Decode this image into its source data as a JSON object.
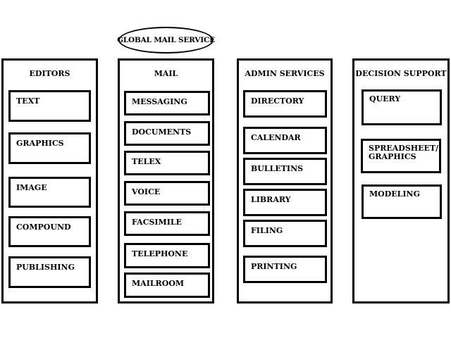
{
  "diagram": {
    "header": "GLOBAL MAIL SERVICE",
    "columns": [
      {
        "title": "EDITORS",
        "items": [
          "TEXT",
          "GRAPHICS",
          "IMAGE",
          "COMPOUND",
          "PUBLISHING"
        ]
      },
      {
        "title": "MAIL",
        "items": [
          "MESSAGING",
          "DOCUMENTS",
          "TELEX",
          "VOICE",
          "FACSIMILE",
          "TELEPHONE",
          "MAILROOM"
        ]
      },
      {
        "title": "ADMIN  SERVICES",
        "items": [
          "DIRECTORY",
          "CALENDAR",
          "BULLETINS",
          "LIBRARY",
          "FILING",
          "PRINTING"
        ]
      },
      {
        "title": "DECISION SUPPORT",
        "items": [
          "QUERY",
          "SPREADSHEET/\nGRAPHICS",
          "MODELING"
        ]
      }
    ]
  }
}
